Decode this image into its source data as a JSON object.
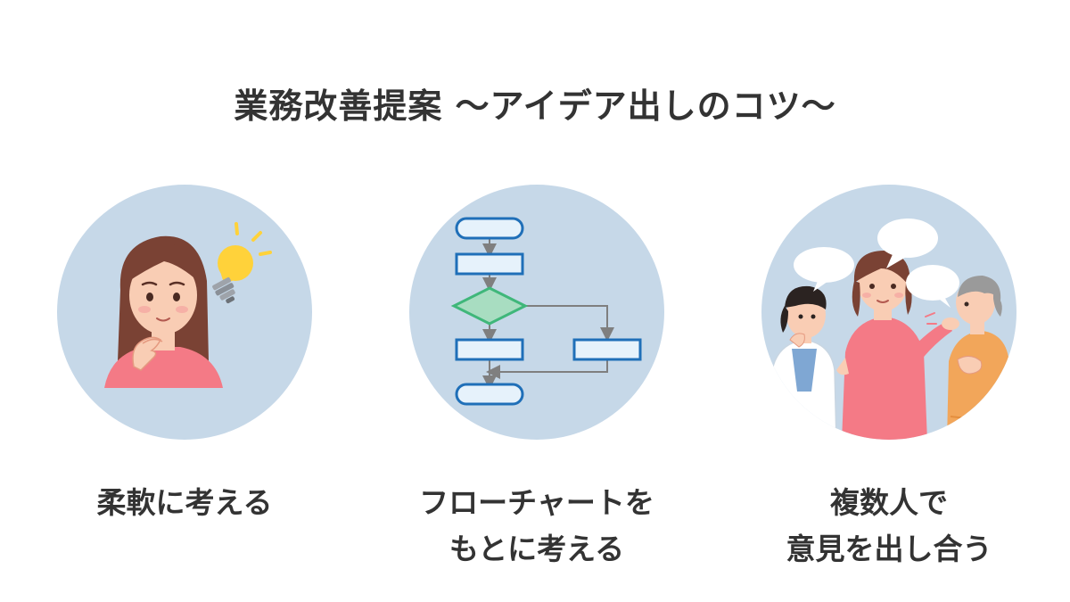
{
  "title": "業務改善提案 〜アイデア出しのコツ〜",
  "items": [
    {
      "lines": [
        "柔軟に考える"
      ],
      "icon": "thinking-woman-with-lightbulb"
    },
    {
      "lines": [
        "フローチャートを",
        "もとに考える"
      ],
      "icon": "flowchart"
    },
    {
      "lines": [
        "複数人で",
        "意見を出し合う"
      ],
      "icon": "group-discussion"
    }
  ],
  "colors": {
    "circle_bg": "#c6d8e8",
    "flow_fill_light": "#e6f2fb",
    "flow_stroke": "#1f6fb8",
    "decision_fill": "#a8ddc1",
    "decision_stroke": "#3fb77a",
    "bulb": "#ffd23a",
    "skin": "#f9cdb4",
    "hair_brown": "#7a4234",
    "shirt_pink": "#f47a86"
  }
}
